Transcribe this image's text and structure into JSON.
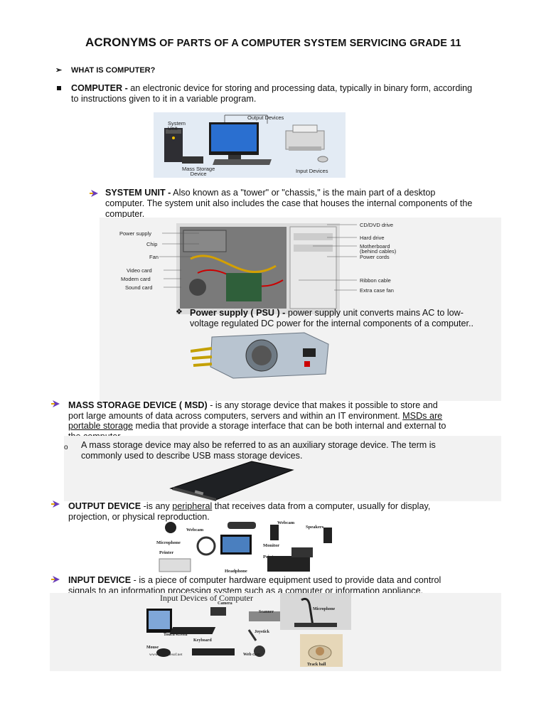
{
  "title": {
    "part1": "ACRONYMS",
    "part2": " OF PARTS OF A COMPUTER SYSTEM SERVICING GRADE 11"
  },
  "q1": {
    "marker": "➢",
    "text": "WHAT IS COMPUTER?"
  },
  "computer": {
    "term": "COMPUTER -",
    "line1": " an electronic device for storing and processing data, typically in binary form, according",
    "line2": "to instructions given to it in a variable program."
  },
  "fig_computer": {
    "output": "Output Devices",
    "system_unit": "System\nUnit",
    "mass_storage": "Mass Storage\nDevice",
    "input": "Input Devices"
  },
  "system_unit": {
    "term": "SYSTEM UNIT  -",
    "line1": " Also known as a \"tower\" or \"chassis,\" is the main part of a desktop",
    "line2": "computer. The system unit also includes the case that houses the internal components of the",
    "line3": "computer."
  },
  "fig_tower": {
    "left": [
      "Power supply",
      "Chip",
      "Fan",
      "Video card",
      "Modem card",
      "Sound card"
    ],
    "right": [
      "CD/DVD drive",
      "Hard drive",
      "Motherboard",
      "(behind cables)",
      "Power cords",
      "Ribbon cable",
      "Extra case fan"
    ]
  },
  "psu": {
    "marker": "❖",
    "term": "Power supply ( PSU ) -",
    "line1": "  power supply unit converts mains AC to low-",
    "line2": "voltage regulated DC power for the internal components of a computer.."
  },
  "msd": {
    "term": "MASS STORAGE DEVICE ( MSD)",
    "line1a": " - is any storage device that makes it possible to store and",
    "line2": "port large amounts of data across computers, servers and within an IT environment. ",
    "link1": "MSDs are",
    "link2": "portable storage",
    "line3b": " media that provide a storage interface that can be both internal and external to",
    "line4": "the computer.",
    "sub_marker": "o",
    "sub1": "A mass storage device may also be referred to as an auxiliary storage device. The term is",
    "sub2": "commonly used to describe USB mass storage devices."
  },
  "output": {
    "term": "OUTPUT DEVICE",
    "line1a": " -is any ",
    "link": "peripheral",
    "line1b": " that receives data from a computer, usually for display,",
    "line2": "projection, or physical reproduction."
  },
  "fig_output": {
    "labels": [
      "Webcam",
      "Webcam",
      "Speakers",
      "Microphone",
      "Monitor",
      "Printer",
      "Printer",
      "Headphone"
    ]
  },
  "input": {
    "term": "INPUT DEVICE",
    "line1": " - is a piece of computer hardware equipment used to provide data and control",
    "line2": "signals to an information processing system such as a computer or information appliance."
  },
  "fig_input": {
    "title": "Input Devices of Computer",
    "labels": [
      "Camera",
      "Scanner",
      "Touch screen",
      "Microphone",
      "Joystick",
      "Mouse",
      "Keyboard",
      "Web cam",
      "Track ball"
    ],
    "credit": "www.examplesof.net"
  },
  "colors": {
    "bullet_purple": "#6a3db8",
    "bullet_gold": "#e0a400",
    "fig_bg": "#dde6f0"
  }
}
